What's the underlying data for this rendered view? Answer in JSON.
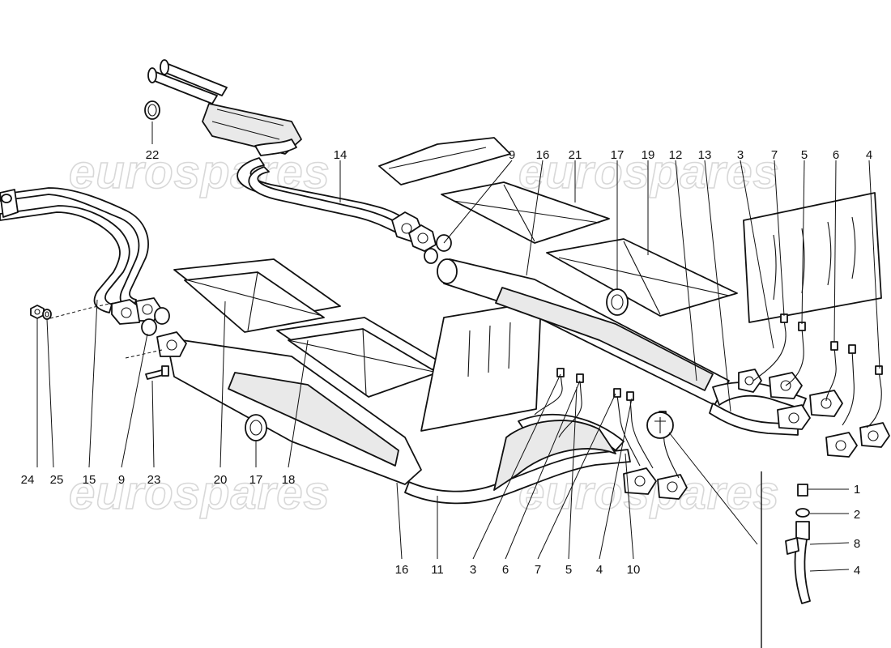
{
  "watermark": "eurospares",
  "callouts": [
    "22",
    "14",
    "9",
    "16",
    "21",
    "17",
    "19",
    "12",
    "13",
    "3",
    "7",
    "5",
    "6",
    "4",
    "24",
    "25",
    "15",
    "9",
    "23",
    "20",
    "17",
    "18",
    "16",
    "11",
    "3",
    "6",
    "7",
    "5",
    "4",
    "10",
    "1",
    "2",
    "8",
    "4"
  ],
  "colors": {
    "line": "#111111",
    "watermark": "#d8d8d8",
    "background": "#ffffff"
  }
}
